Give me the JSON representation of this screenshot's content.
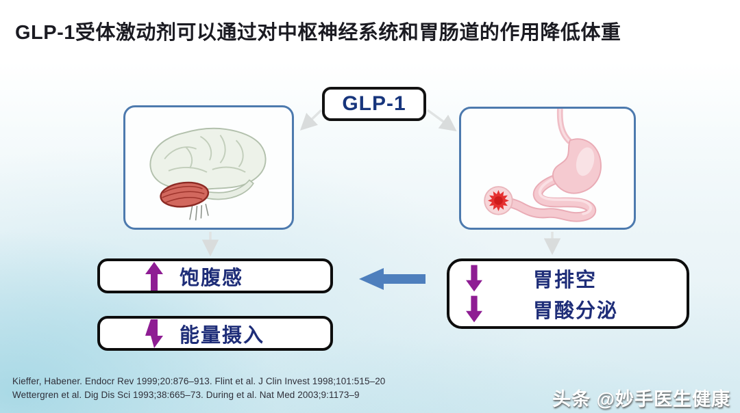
{
  "slide": {
    "title": "GLP-1受体激动剂可以通过对中枢神经系统和胃肠道的作用降低体重",
    "hormone_label": "GLP-1"
  },
  "diagram": {
    "brain_box": {
      "icon": "brain-illustration"
    },
    "gut_box": {
      "icon": "stomach-intestine-illustration"
    },
    "cns_effects": [
      {
        "direction": "increase",
        "arrow_icon": "block-arrow-up",
        "label": "饱腹感"
      },
      {
        "direction": "decrease",
        "arrow_icon": "block-arrow-down",
        "label": "能量摄入"
      }
    ],
    "gi_effects": [
      {
        "direction": "decrease",
        "arrow_icon": "block-arrow-down",
        "label": "胃排空"
      },
      {
        "direction": "decrease",
        "arrow_icon": "block-arrow-down",
        "label": "胃酸分泌"
      }
    ],
    "flow_arrow_icon": "block-arrow-left",
    "connector_icon": "thin-gray-arrow"
  },
  "footer": {
    "references": [
      "Kieffer, Habener. Endocr Rev 1999;20:876–913. Flint et al. J Clin Invest 1998;101:515–20",
      "Wettergren et al. Dig Dis Sci 1993;38:665–73. During et al. Nat Med 2003;9:1173–9"
    ],
    "watermark": "头条 @妙手医生健康"
  },
  "colors": {
    "title_text": "#1b1b22",
    "glp1_text": "#17357c",
    "navy_text": "#1e2d78",
    "purple_arrow": "#8e1d93",
    "flow_arrow_blue": "#4e7fbd",
    "organ_box_border": "#4d7aae",
    "black_box_border": "#0d0d0d"
  }
}
